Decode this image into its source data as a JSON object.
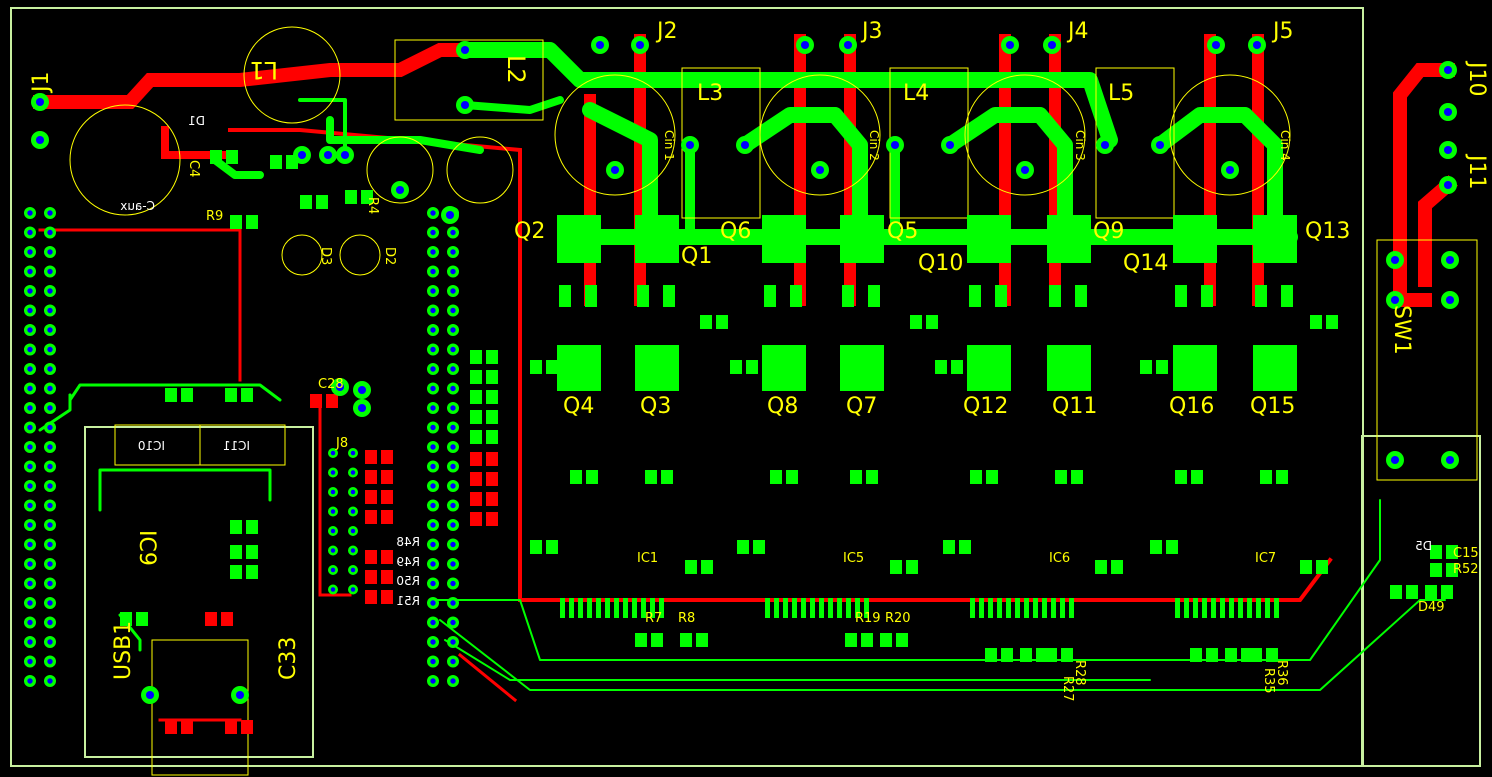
{
  "colors": {
    "background": "#000000",
    "top_copper": "#00ff00",
    "bottom_copper": "#ff0000",
    "silkscreen_top": "#ffff00",
    "silkscreen_bottom": "#ffffff",
    "via": "#0000ff",
    "outline": "#c8f0a0"
  },
  "labels": {
    "j1": "J1",
    "j2": "J2",
    "j3": "J3",
    "j4": "J4",
    "j5": "J5",
    "j10": "J10",
    "j11": "J11",
    "j8": "J8",
    "l1": "L1",
    "l2": "L2",
    "l3": "L3",
    "l4": "L4",
    "l5": "L5",
    "q1": "Q1",
    "q2": "Q2",
    "q3": "Q3",
    "q4": "Q4",
    "q5": "Q5",
    "q6": "Q6",
    "q7": "Q7",
    "q8": "Q8",
    "q9": "Q9",
    "q10": "Q10",
    "q11": "Q11",
    "q12": "Q12",
    "q13": "Q13",
    "q14": "Q14",
    "q15": "Q15",
    "q16": "Q16",
    "sw1": "SW1",
    "ic9": "IC9",
    "usb1": "USB1",
    "c33": "C33",
    "caux": "C-aux",
    "d1": "D1",
    "d2": "D2",
    "d3": "D3",
    "r4": "R4",
    "r9": "R9",
    "c28": "C28",
    "c4": "C4",
    "cin1": "Cin 1",
    "cin2": "Cin 2",
    "cin3": "Cin 3",
    "cin4": "Cin 4",
    "c15": "C15",
    "r52": "R52",
    "d49": "D49",
    "d5": "D5",
    "r7": "R7",
    "r8": "R8",
    "r19": "R19",
    "r20": "R20",
    "r27": "R27",
    "r28": "R28",
    "r35": "R35",
    "r36": "R36",
    "r48": "R48",
    "r49": "R49",
    "r50": "R50",
    "r51": "R51",
    "ic1": "IC1",
    "ic5": "IC5",
    "ic6": "IC6",
    "ic7": "IC7",
    "ic10": "IC10",
    "ic11": "IC11"
  }
}
